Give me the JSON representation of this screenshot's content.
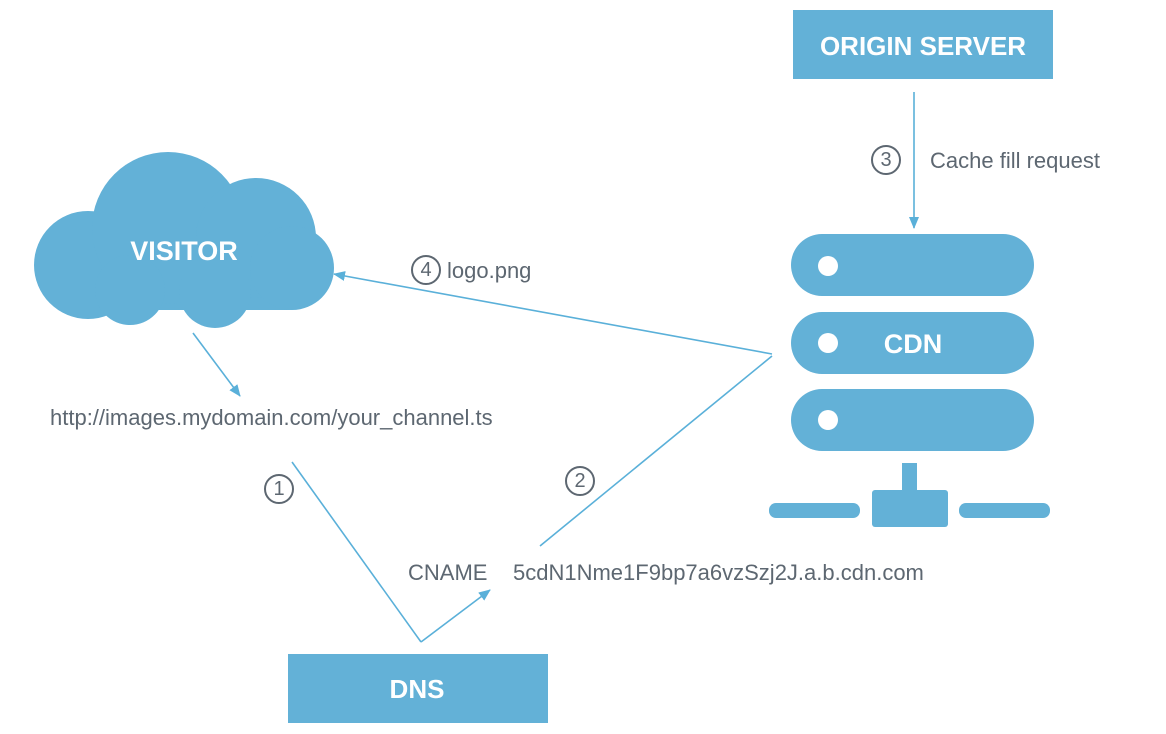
{
  "colors": {
    "accent": "#63b1d7",
    "text": "#5d6771",
    "line": "#5ab0d9",
    "box_text": "#ffffff"
  },
  "nodes": {
    "origin_server": "ORIGIN SERVER",
    "visitor": "VISITOR",
    "cdn": "CDN",
    "dns": "DNS"
  },
  "labels": {
    "url": "http://images.mydomain.com/your_channel.ts",
    "cname_prefix": "CNAME",
    "cname_value": "5cdN1Nme1F9bp7a6vzSzj2J.a.b.cdn.com",
    "cache_fill": "Cache fill request",
    "logo": "logo.png"
  },
  "steps": {
    "step1": "1",
    "step2": "2",
    "step3": "3",
    "step4": "4"
  },
  "icons": {
    "visitor": "cloud-icon",
    "cdn": "server-stack-icon",
    "network": "network-connector-icon"
  }
}
